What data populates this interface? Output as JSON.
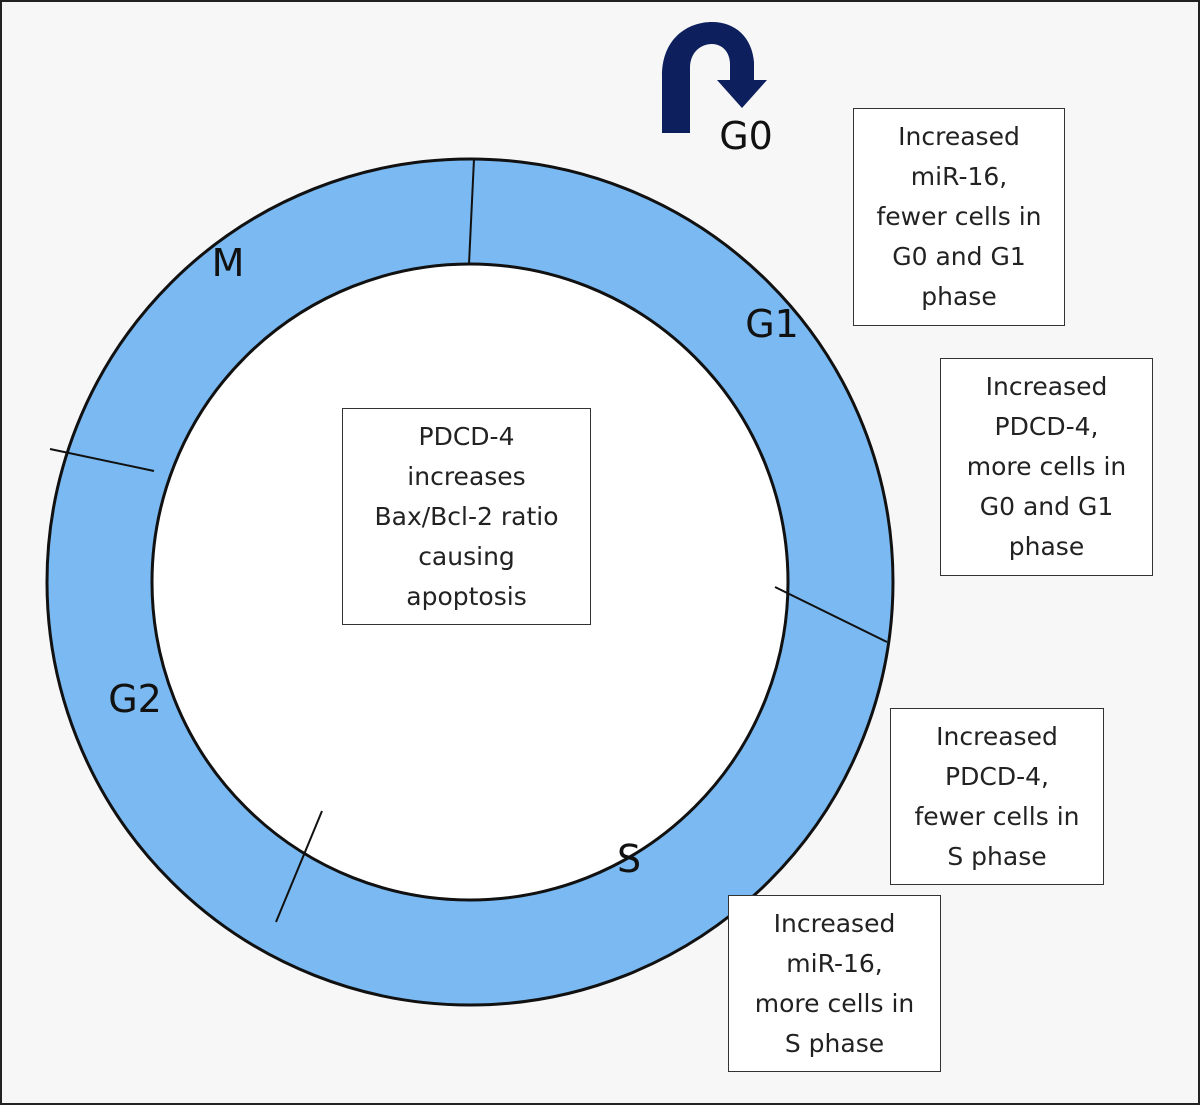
{
  "colors": {
    "ring_fill": "#7ab9f1",
    "ring_stroke": "#111111",
    "arrow_fill": "#0d1f5c",
    "box_border": "#333333",
    "background": "#f7f7f7"
  },
  "phases": {
    "g0": "G0",
    "g1": "G1",
    "s": "S",
    "g2": "G2",
    "m": "M"
  },
  "arrow_icon": "curved-arrow-icon",
  "notes": {
    "center": [
      "PDCD-4",
      "increases",
      "Bax/Bcl-2 ratio",
      "causing",
      "apoptosis"
    ],
    "g1_mir16": [
      "Increased",
      "miR-16,",
      "fewer cells in",
      "G0 and G1",
      "phase"
    ],
    "g1_pdcd4": [
      "Increased",
      "PDCD-4,",
      "more cells in",
      "G0 and G1",
      "phase"
    ],
    "s_pdcd4": [
      "Increased",
      "PDCD-4,",
      "fewer cells in",
      "S phase"
    ],
    "s_mir16": [
      "Increased",
      "miR-16,",
      "more cells in",
      "S phase"
    ]
  }
}
